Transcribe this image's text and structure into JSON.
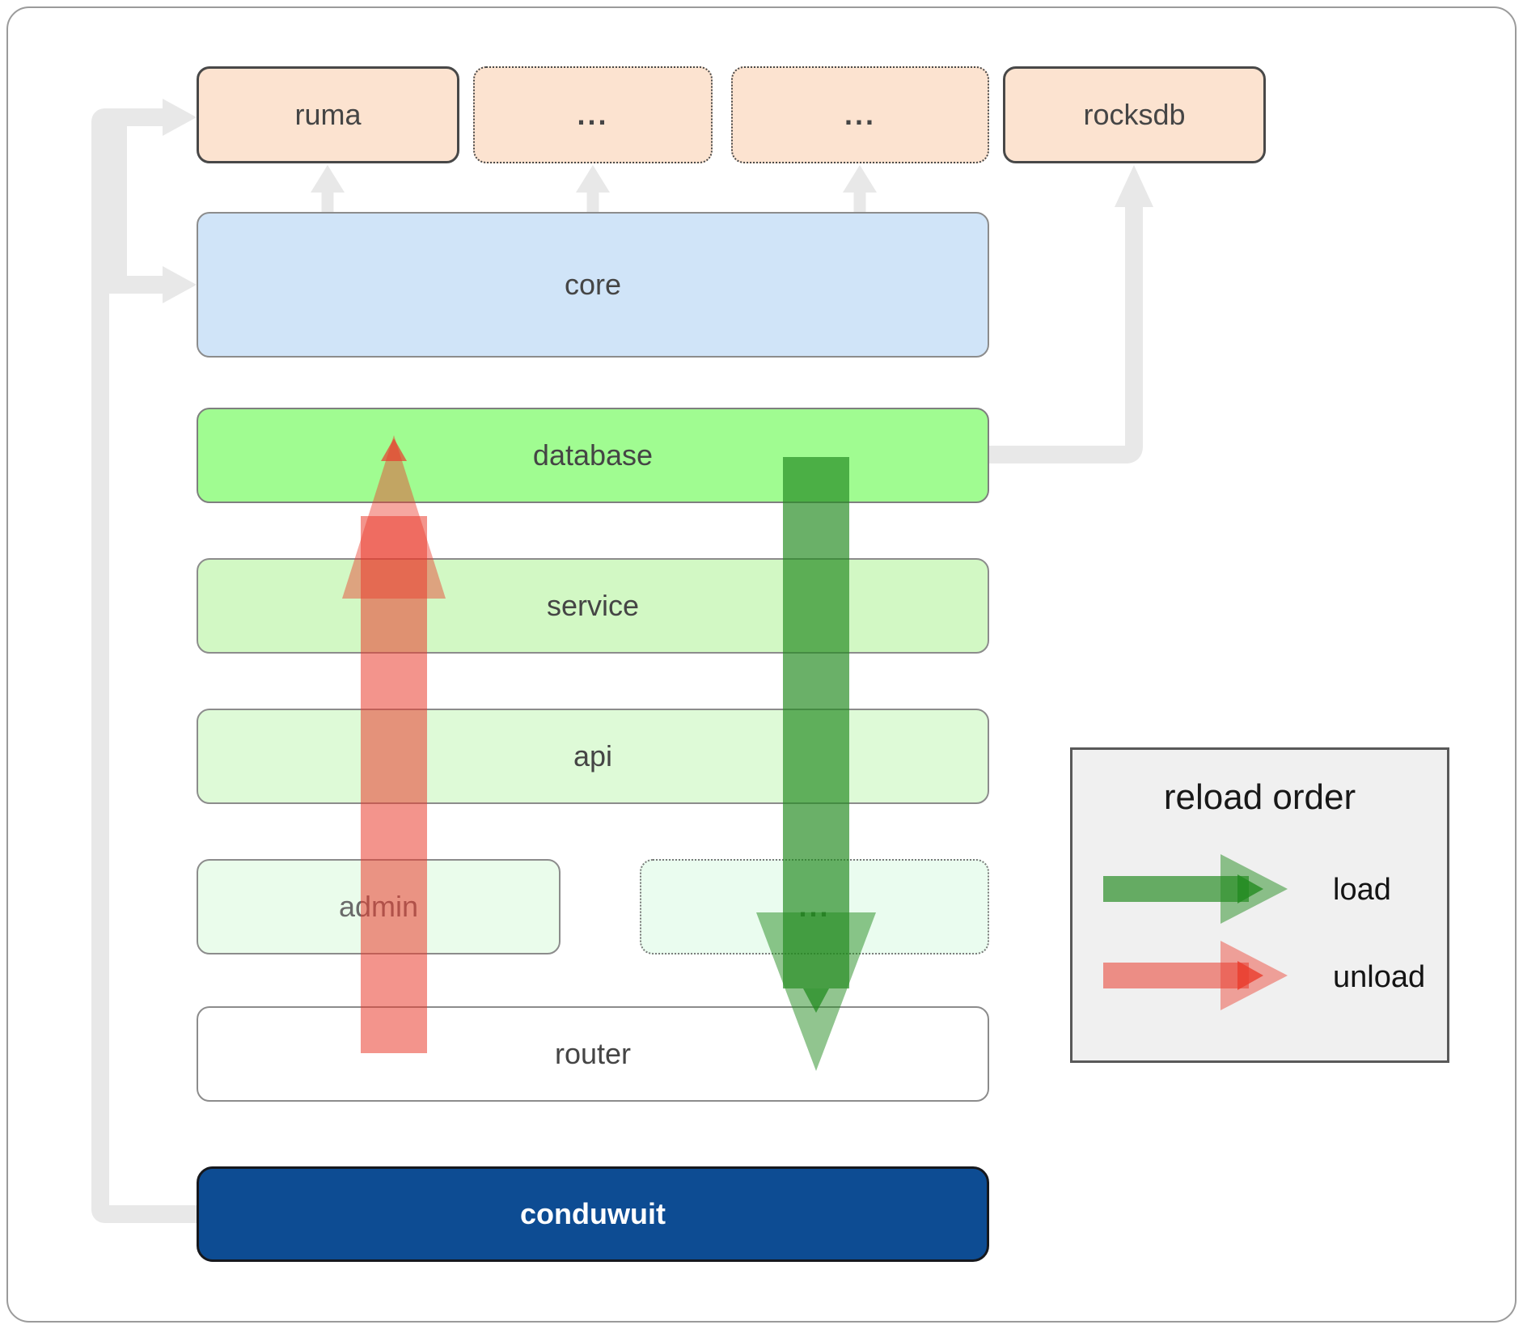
{
  "diagram": {
    "nodes": [
      {
        "id": "ruma",
        "label": "ruma"
      },
      {
        "id": "ellipsis1",
        "label": "..."
      },
      {
        "id": "ellipsis2",
        "label": "..."
      },
      {
        "id": "rocksdb",
        "label": "rocksdb"
      },
      {
        "id": "core",
        "label": "core"
      },
      {
        "id": "database",
        "label": "database"
      },
      {
        "id": "service",
        "label": "service"
      },
      {
        "id": "api",
        "label": "api"
      },
      {
        "id": "admin",
        "label": "admin"
      },
      {
        "id": "ellipsis3",
        "label": "..."
      },
      {
        "id": "router",
        "label": "router"
      },
      {
        "id": "conduwuit",
        "label": "conduwuit"
      }
    ],
    "legend": {
      "title": "reload order",
      "items": [
        {
          "label": "load",
          "color": "#238b20"
        },
        {
          "label": "unload",
          "color": "#ea3c2d"
        }
      ]
    },
    "colors": {
      "connector": "#e8e8e8",
      "load_arrow": "#238b20",
      "unload_arrow": "#ea3c2d",
      "node_peach": "#fce3d0",
      "node_blue": "#d0e4f8",
      "node_green_bright": "#a0fc91",
      "node_green_light": "#d2f8c4",
      "node_green_lighter": "#defad7",
      "node_green_faint": "#eafceb",
      "node_white": "#ffffff",
      "node_navy": "#0d4c93",
      "legend_bg": "#f0f0f0"
    }
  }
}
